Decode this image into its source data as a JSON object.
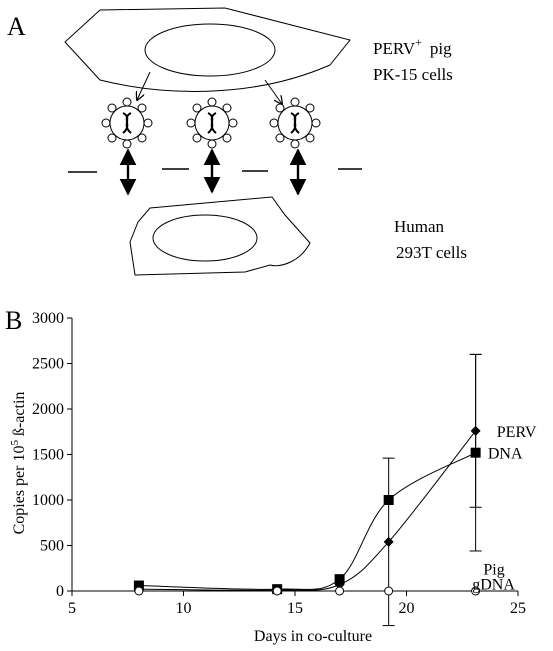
{
  "panel_a": {
    "letter": "A",
    "pig_label_line1": "PERV",
    "pig_label_sup": "+",
    "pig_label_word": "pig",
    "pig_label_line2": "PK-15 cells",
    "human_label_line1": "Human",
    "human_label_line2": "293T cells"
  },
  "panel_b": {
    "letter": "B"
  },
  "chart_data": {
    "type": "line",
    "xlabel": "Days in co-culture",
    "ylabel_pre": "Copies per 10",
    "ylabel_sup": "5",
    "ylabel_post": " ß-actin",
    "xlim": [
      5,
      25
    ],
    "ylim": [
      0,
      3000
    ],
    "xticks": [
      5,
      10,
      15,
      20,
      25
    ],
    "yticks": [
      0,
      500,
      1000,
      1500,
      2000,
      2500,
      3000
    ],
    "grid": false,
    "series": [
      {
        "marker": "diamond",
        "x": [
          8,
          14.2,
          17,
          19.2,
          23.1
        ],
        "y": [
          20,
          10,
          70,
          540,
          1760
        ],
        "err": [
          0,
          0,
          0,
          920,
          840
        ]
      },
      {
        "marker": "square",
        "x": [
          8,
          14.2,
          17,
          19.2,
          23.1
        ],
        "y": [
          60,
          20,
          130,
          1000,
          1520
        ],
        "err": [
          0,
          0,
          0,
          0,
          1080
        ]
      },
      {
        "marker": "circle",
        "x": [
          8,
          14.2,
          17,
          19.2,
          23.1
        ],
        "y": [
          0,
          0,
          0,
          0,
          0
        ],
        "err": [
          0,
          0,
          0,
          0,
          0
        ]
      }
    ],
    "annotations": [
      {
        "text": "PERV",
        "x": 23.6,
        "y": 1760
      },
      {
        "text": "DNA",
        "x": 23.2,
        "y": 1520
      },
      {
        "text": "Pig",
        "x": 23.0,
        "y": 250
      },
      {
        "text": "gDNA",
        "x": 22.5,
        "y": 80
      }
    ]
  }
}
